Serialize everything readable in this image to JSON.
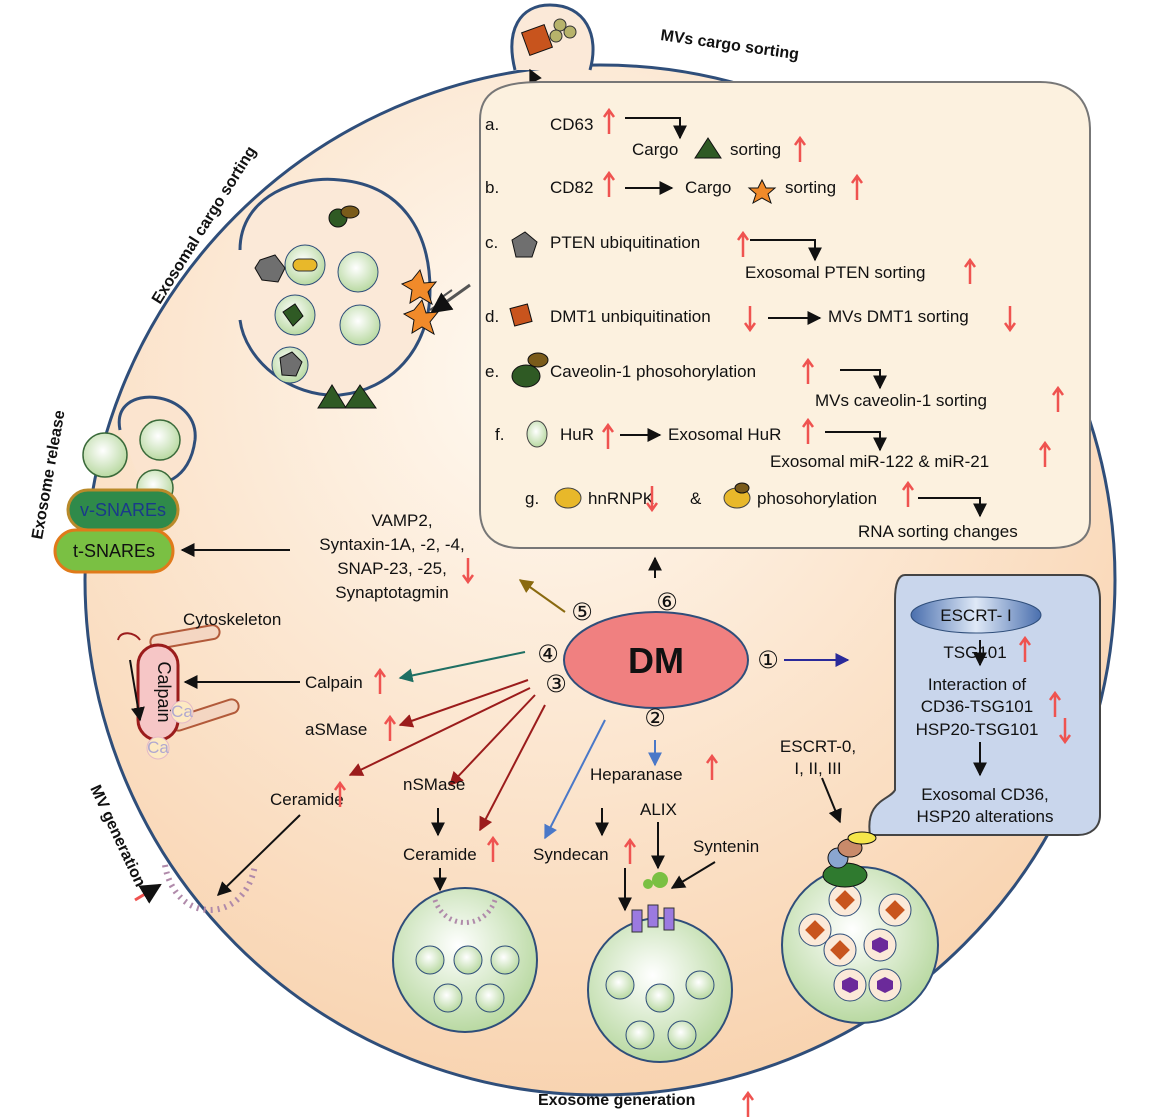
{
  "titles": {
    "mvs_cargo": "MVs cargo sorting",
    "exosomal_cargo": "Exosomal  cargo sorting",
    "exosome_release": "Exosome release",
    "mv_generation": "MV generation",
    "exosome_generation": "Exosome generation"
  },
  "center": "DM",
  "numbers": [
    "①",
    "②",
    "③",
    "④",
    "⑤",
    "⑥"
  ],
  "sorting": {
    "a_letter": "a.",
    "a_label": "CD63",
    "a_result1": "Cargo",
    "a_result2": "sorting",
    "b_letter": "b.",
    "b_label": "CD82",
    "b_result1": "Cargo",
    "b_result2": "sorting",
    "c_letter": "c.",
    "c_label": "PTEN ubiquitination",
    "c_result": "Exosomal PTEN sorting",
    "d_letter": "d.",
    "d_label": "DMT1 unbiquitination",
    "d_result": "MVs DMT1 sorting",
    "e_letter": "e.",
    "e_label": "Caveolin-1 phosohorylation",
    "e_result": "MVs caveolin-1 sorting",
    "f_letter": "f.",
    "f_label": "HuR",
    "f_mid": "Exosomal HuR",
    "f_result": "Exosomal miR-122 & miR-21",
    "g_letter": "g.",
    "g_label": "hnRNPK",
    "g_amp": "&",
    "g_label2": "phosohorylation",
    "g_result": "RNA sorting changes"
  },
  "escrt": {
    "header": "ESCRT- I",
    "tsg": "TSG101",
    "interaction1": "Interaction of",
    "interaction2": "CD36-TSG101",
    "interaction3": "HSP20-TSG101",
    "exo1": "Exosomal CD36,",
    "exo2": "HSP20 alterations",
    "escrt0_1": "ESCRT-0,",
    "escrt0_2": "I, II, III"
  },
  "snares": {
    "v": "v-SNAREs",
    "t": "t-SNAREs",
    "list1": "VAMP2,",
    "list2": "Syntaxin-1A, -2, -4,",
    "list3": "SNAP-23, -25,",
    "list4": "Synaptotagmin"
  },
  "labels": {
    "cytoskeleton": "Cytoskeleton",
    "calpain_bar": "Calpain",
    "ca1": "Ca",
    "ca2": "Ca",
    "calpain": "Calpain",
    "asmase": "aSMase",
    "ceramide1": "Ceramide",
    "nsmase": "nSMase",
    "ceramide2": "Ceramide",
    "heparanase": "Heparanase",
    "syndecan": "Syndecan",
    "alix": "ALIX",
    "syntenin": "Syntenin"
  },
  "colors": {
    "up": "#ef5350",
    "down": "#ef5350",
    "cell_fill": "#fbe4cf",
    "membrane": "#2f4e7a",
    "escrt_box": "#c9d6ec",
    "dm_fill": "#f08080"
  }
}
